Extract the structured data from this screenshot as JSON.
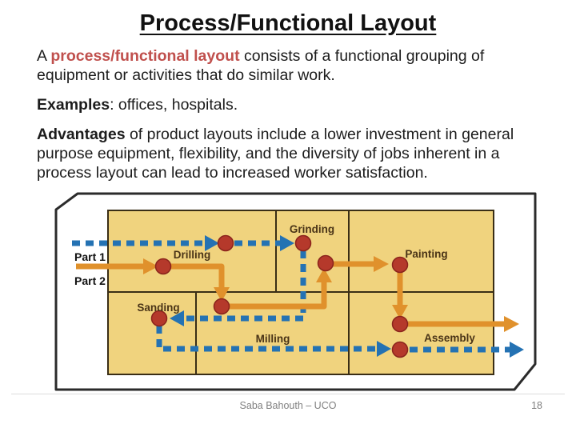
{
  "slide": {
    "title": "Process/Functional Layout",
    "body": {
      "p1_prefix": "A ",
      "p1_highlight": "process/functional layout",
      "p1_rest": " consists of a functional grouping of equipment or activities that do similar work.",
      "p2_lead": "Examples",
      "p2_rest": ": offices, hospitals.",
      "p3_lead": "Advantages",
      "p3_rest": " of product layouts include a lower investment in general purpose equipment, flexibility, and the diversity of jobs inherent in a process layout can lead to increased worker satisfaction."
    },
    "footer": {
      "credit": "Saba Bahouth – UCO",
      "page_number": "18"
    }
  },
  "diagram": {
    "type": "process-flow-factory-layout",
    "labels": {
      "grinding": "Grinding",
      "drilling": "Drilling",
      "painting": "Painting",
      "sanding": "Sanding",
      "milling": "Milling",
      "assembly": "Assembly",
      "part1": "Part 1",
      "part2": "Part 2"
    },
    "flows": [
      {
        "name": "Part 1",
        "line_style": "dashed",
        "color": "#2472b3",
        "stations_visited": [
          "Drilling",
          "Grinding",
          "Sanding",
          "Assembly"
        ]
      },
      {
        "name": "Part 2",
        "line_style": "solid",
        "color": "#e0912c",
        "stations_visited": [
          "Drilling",
          "Sanding/Milling",
          "Grinding",
          "Painting",
          "Assembly"
        ]
      }
    ],
    "colors": {
      "room_fill": "#f0d37e",
      "room_border": "#3a2e16",
      "outer_outline": "#2b2b2b",
      "station_dot": "#b5392b",
      "station_dot_edge": "#8a241c",
      "highlight_text": "#c0504d",
      "footer_text": "#808080"
    }
  }
}
